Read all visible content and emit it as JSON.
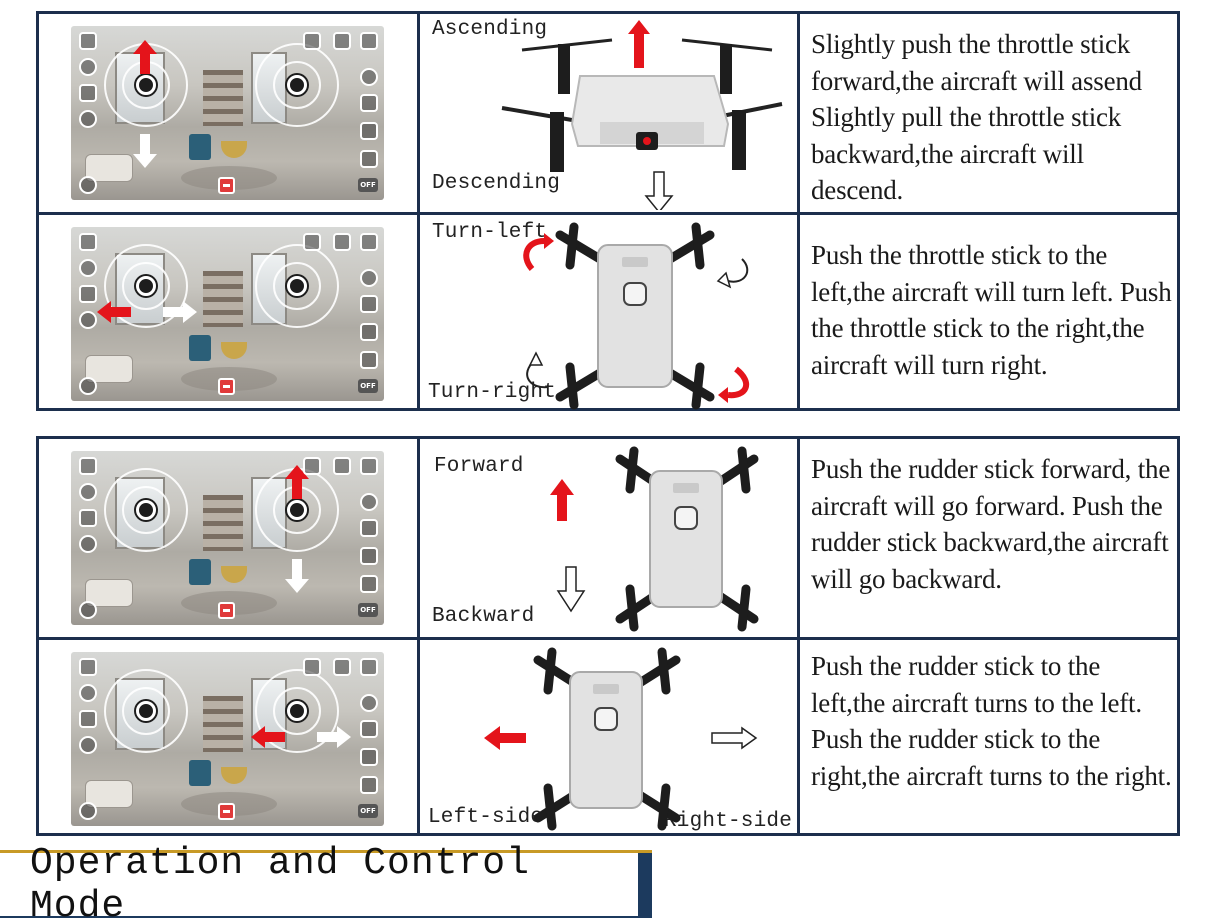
{
  "title": "Operation and Control Mode",
  "sections": [
    {
      "rows": [
        {
          "figure_labels": {
            "top": "Ascending",
            "bottom": "Descending"
          },
          "description": "Slightly push the throttle stick forward,the aircraft will assend Slightly pull the throttle stick backward,the aircraft will descend."
        },
        {
          "figure_labels": {
            "top": "Turn-left",
            "bottom": "Turn-right"
          },
          "description": "Push the throttle stick to the left,the aircraft will turn left. Push the throttle stick to the right,the aircraft will turn right."
        }
      ]
    },
    {
      "rows": [
        {
          "figure_labels": {
            "top": "Forward",
            "bottom": "Backward"
          },
          "description": "Push the rudder stick forward, the aircraft will go forward. Push the rudder stick backward,the aircraft will go backward."
        },
        {
          "figure_labels": {
            "left": "Left-side",
            "right": "Right-side"
          },
          "description": "Push the rudder stick to the left,the aircraft turns to the left. Push the rudder stick to the right,the aircraft turns to the right."
        }
      ]
    }
  ],
  "app_screen": {
    "off_label": "OFF"
  },
  "colors": {
    "border": "#1c2f4d",
    "arrow_red": "#e4141b",
    "title_bar": "#1c3a5e",
    "title_accent": "#c89a26"
  },
  "icons": [
    "back-icon",
    "settings-icon",
    "hand-icon",
    "camera-icon",
    "headless-icon",
    "vr-icon",
    "phone-icon",
    "menu-icon",
    "speed-icon",
    "photo-icon",
    "video-icon",
    "stop-icon",
    "compass-icon"
  ]
}
